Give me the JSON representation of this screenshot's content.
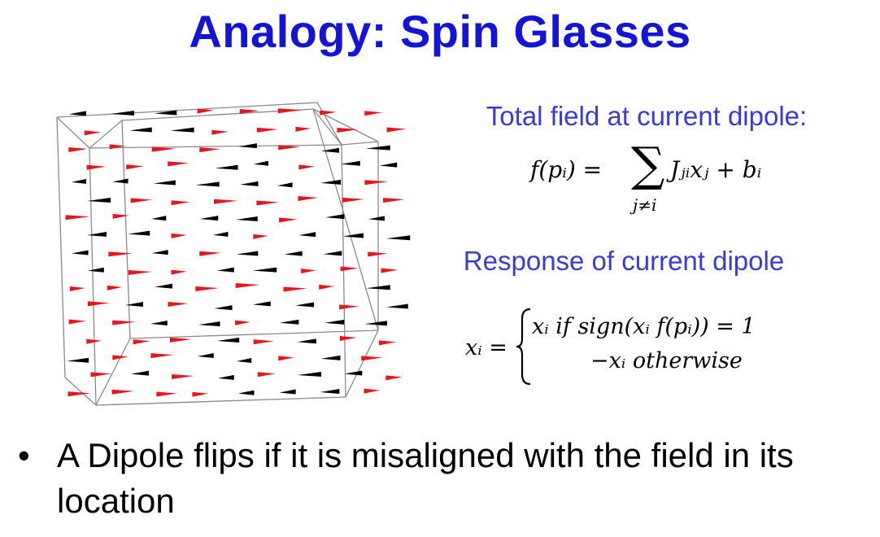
{
  "slide": {
    "title": "Analogy: Spin Glasses",
    "caption_field": "Total field at current dipole:",
    "caption_response": "Response of current dipole",
    "bullet_symbol": "•",
    "bullet_text": "A Dipole flips if it is misaligned with the field in its location"
  },
  "equation_field": {
    "lhs": "f(pᵢ) =",
    "sum_symbol": "∑",
    "sum_index": "j≠i",
    "rhs": "Jⱼᵢxⱼ + bᵢ"
  },
  "equation_response": {
    "lhs": "xᵢ =",
    "case1": "xᵢ if sign(xᵢ f(pᵢ)) = 1",
    "case2": "−xᵢ otherwise"
  },
  "colors": {
    "title": "#1414d6",
    "caption": "#3a3ad6",
    "spin_up": "#e8141e",
    "spin_down": "#000000",
    "edges": "#8a8a8a"
  },
  "icons": {
    "spin_arrow": "triangle-arrow-icon",
    "bullet": "bullet-dot-icon"
  }
}
